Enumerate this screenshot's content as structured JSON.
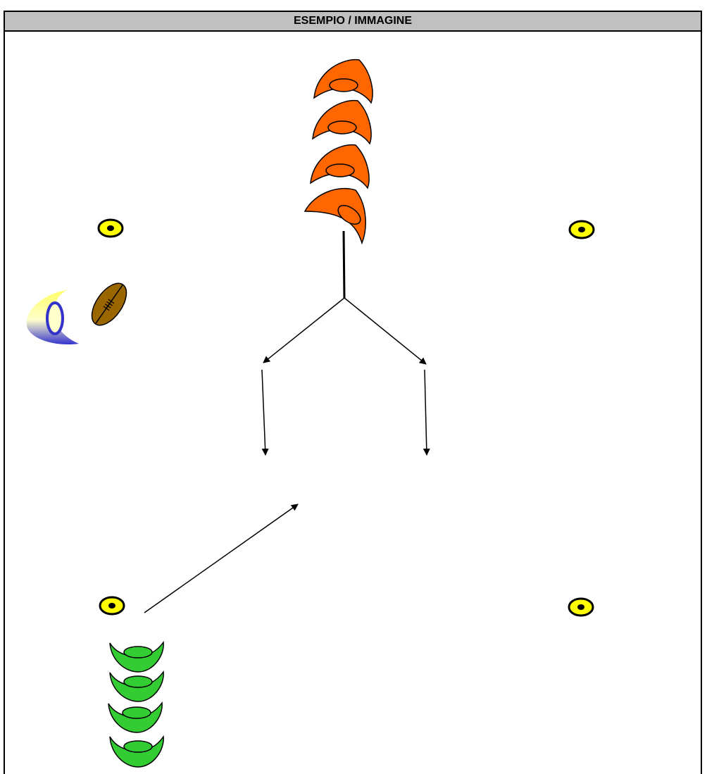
{
  "header": {
    "title": "ESEMPIO / IMMAGINE"
  },
  "colors": {
    "header_bg": "#c0c0c0",
    "attacker": "#ff6600",
    "defender": "#33cc33",
    "cone": "#ffff00",
    "ball": "#996600",
    "coach_yellow": "#ffff66",
    "coach_blue": "#3333cc"
  },
  "pieces": {
    "attacking_players": {
      "count": 4,
      "color_name": "orange",
      "icon": "rugby-player-icon"
    },
    "defending_players": {
      "count": 4,
      "color_name": "green",
      "icon": "rugby-player-icon"
    },
    "cones": {
      "count": 4,
      "icon": "cone-marker-icon"
    },
    "ball": {
      "icon": "rugby-ball-icon"
    },
    "coach": {
      "icon": "coach-icon"
    }
  }
}
